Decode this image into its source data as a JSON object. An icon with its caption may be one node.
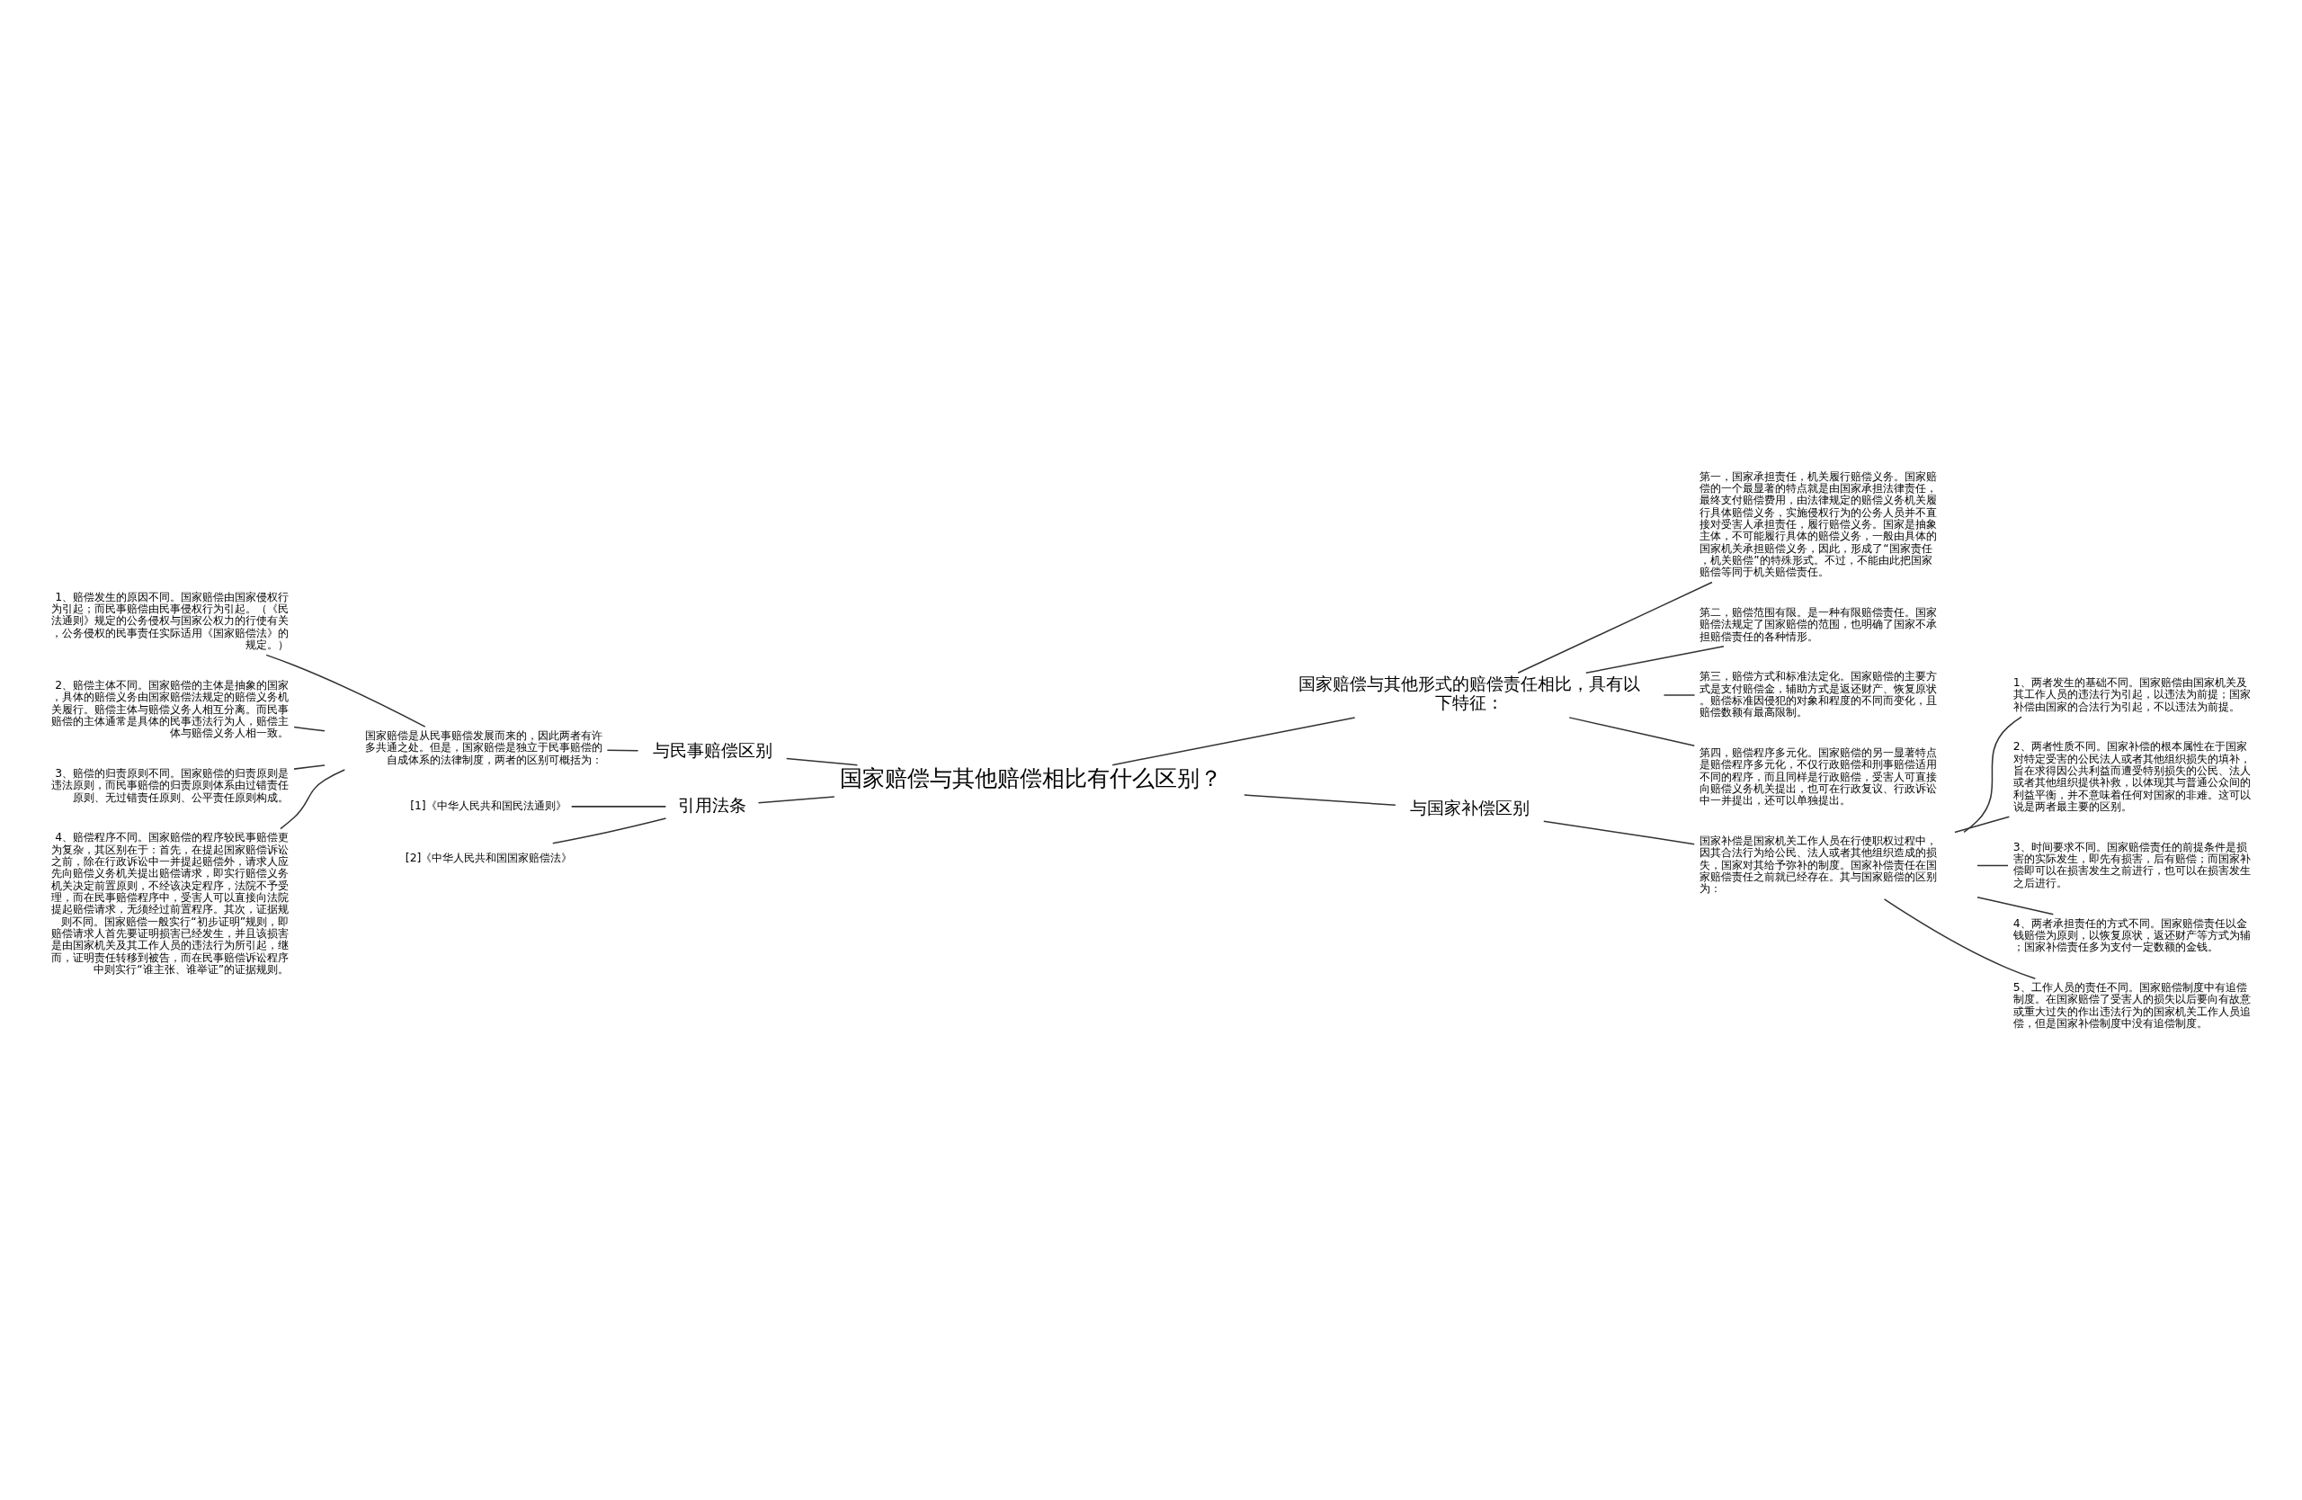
{
  "diagram": {
    "nodes": [
      {
        "text": [
          "国家赔偿与其他赔偿相比有什么区别？"
        ]
      },
      {
        "text": [
          "与民事赔偿区别"
        ]
      },
      {
        "text": [
          "国家赔偿是从民事赔偿发展而来的，因此两者有许多共通之处。但是，国家赔偿是独立于民事赔偿的自成体系的法律制度，两者的区别可概括为："
        ]
      },
      {
        "text": [
          "1、赔偿发生的原因不同。国家赔偿由国家侵权行为引起；而民事赔偿由民事侵权行为引起。（《民法通则》规定的公务侵权与国家公权力的行使有关，公务侵权的民事责任实际适用《国家赔偿法》的规定。）"
        ]
      },
      {
        "text": [
          "2、赔偿主体不同。国家赔偿的主体是抽象的国家，具体的赔偿义务由国家赔偿法规定的赔偿义务机关履行。赔偿主体与赔偿义务人相互分离。而民事赔偿的主体通常是具体的民事违法行为人，赔偿主体与赔偿义务人相一致。"
        ]
      },
      {
        "text": [
          "3、赔偿的归责原则不同。国家赔偿的归责原则是违法原则，而民事赔偿的归责原则体系由过错责任原则、无过错责任原则、公平责任原则构成。"
        ]
      },
      {
        "text": [
          "4、赔偿程序不同。国家赔偿的程序较民事赔偿更为复杂，其区别在于：首先，在提起国家赔偿诉讼之前，除在行政诉讼中一并提起赔偿外，请求人应先向赔偿义务机关提出赔偿请求，即实行赔偿义务机关决定前置原则，不经该决定程序，法院不予受理，而在民事赔偿程序中，受害人可以直接向法院提起赔偿请求，无须经过前置程序。其次，证据规则不同。国家赔偿一般实行“初步证明”规则，即赔偿请求人首先要证明损害已经发生，并且该损害是由国家机关及其工作人员的违法行为所引起，继而，证明责任转移到被告，而在民事赔偿诉讼程序中则实行“谁主张、谁举证”的证据规则。"
        ]
      },
      {
        "text": [
          "引用法条"
        ]
      },
      {
        "text": [
          "[1]《中华人民共和国民法通则》"
        ]
      },
      {
        "text": [
          "[2]《中华人民共和国国家赔偿法》"
        ]
      },
      {
        "text": [
          "国家赔偿与其他形式的赔偿责任相比，具有以下特征："
        ]
      },
      {
        "text": [
          "第一，国家承担责任，机关履行赔偿义务。国家赔偿的一个最显著的特点就是由国家承担法律责任，最终支付赔偿费用，由法律规定的赔偿义务机关履行具体赔偿义务，实施侵权行为的公务人员并不直接对受害人承担责任，履行赔偿义务。国家是抽象主体，不可能履行具体的赔偿义务，一般由具体的国家机关承担赔偿义务，因此，形成了“国家责任，机关赔偿”的特殊形式。不过，不能由此把国家赔偿等同于机关赔偿责任。"
        ]
      },
      {
        "text": [
          "第二，赔偿范围有限。是一种有限赔偿责任。国家赔偿法规定了国家赔偿的范围，也明确了国家不承担赔偿责任的各种情形。"
        ]
      },
      {
        "text": [
          "第三，赔偿方式和标准法定化。国家赔偿的主要方式是支付赔偿金，辅助方式是返还财产、恢复原状。赔偿标准因侵犯的对象和程度的不同而变化，且赔偿数额有最高限制。"
        ]
      },
      {
        "text": [
          "第四，赔偿程序多元化。国家赔偿的另一显著特点是赔偿程序多元化，不仅行政赔偿和刑事赔偿适用不同的程序，而且同样是行政赔偿，受害人可直接向赔偿义务机关提出，也可在行政复议、行政诉讼中一并提出，还可以单独提出。"
        ]
      },
      {
        "text": [
          "与国家补偿区别"
        ]
      },
      {
        "text": [
          "国家补偿是国家机关工作人员在行使职权过程中，因其合法行为给公民、法人或者其他组织造成的损失，国家对其给予弥补的制度。国家补偿责任在国家赔偿责任之前就已经存在。其与国家赔偿的区别为："
        ]
      },
      {
        "text": [
          "1、两者发生的基础不同。国家赔偿由国家机关及其工作人员的违法行为引起，以违法为前提；国家补偿由国家的合法行为引起，不以违法为前提。"
        ]
      },
      {
        "text": [
          "2、两者性质不同。国家补偿的根本属性在于国家对特定受害的公民法人或者其他组织损失的填补，旨在求得因公共利益而遭受特别损失的公民、法人或者其他组织提供补救，以体现其与普通公众间的利益平衡，并不意味着任何对国家的非难。这可以说是两者最主要的区别。"
        ]
      },
      {
        "text": [
          "3、时间要求不同。国家赔偿责任的前提条件是损害的实际发生，即先有损害，后有赔偿；而国家补偿即可以在损害发生之前进行，也可以在损害发生之后进行。"
        ]
      },
      {
        "text": [
          "4、两者承担责任的方式不同。国家赔偿责任以金钱赔偿为原则，以恢复原状，返还财产等方式为辅；国家补偿责任多为支付一定数额的金钱。"
        ]
      },
      {
        "text": [
          "5、工作人员的责任不同。国家赔偿制度中有追偿制度。在国家赔偿了受害人的损失以后要向有故意或重大过失的作出违法行为的国家机关工作人员追偿，但是国家补偿制度中没有追偿制度。"
        ]
      }
    ],
    "edges": [
      {
        "from": 0,
        "to": 1,
        "arrow": "none"
      },
      {
        "from": 1,
        "to": 2,
        "arrow": "none"
      },
      {
        "from": 2,
        "to": 3,
        "arrow": "none"
      },
      {
        "from": 2,
        "to": 4,
        "arrow": "none"
      },
      {
        "from": 2,
        "to": 5,
        "arrow": "none"
      },
      {
        "from": 2,
        "to": 6,
        "arrow": "none"
      },
      {
        "from": 0,
        "to": 7,
        "arrow": "none"
      },
      {
        "from": 7,
        "to": 8,
        "arrow": "none"
      },
      {
        "from": 7,
        "to": 9,
        "arrow": "none"
      },
      {
        "from": 0,
        "to": 10,
        "arrow": "none"
      },
      {
        "from": 10,
        "to": 11,
        "arrow": "none"
      },
      {
        "from": 10,
        "to": 12,
        "arrow": "none"
      },
      {
        "from": 10,
        "to": 13,
        "arrow": "none"
      },
      {
        "from": 10,
        "to": 14,
        "arrow": "none"
      },
      {
        "from": 0,
        "to": 15,
        "arrow": "none"
      },
      {
        "from": 15,
        "to": 16,
        "arrow": "none"
      },
      {
        "from": 16,
        "to": 17,
        "arrow": "none"
      },
      {
        "from": 16,
        "to": 18,
        "arrow": "none"
      },
      {
        "from": 16,
        "to": 19,
        "arrow": "none"
      },
      {
        "from": 16,
        "to": 20,
        "arrow": "none"
      },
      {
        "from": 16,
        "to": 21,
        "arrow": "none"
      }
    ]
  }
}
